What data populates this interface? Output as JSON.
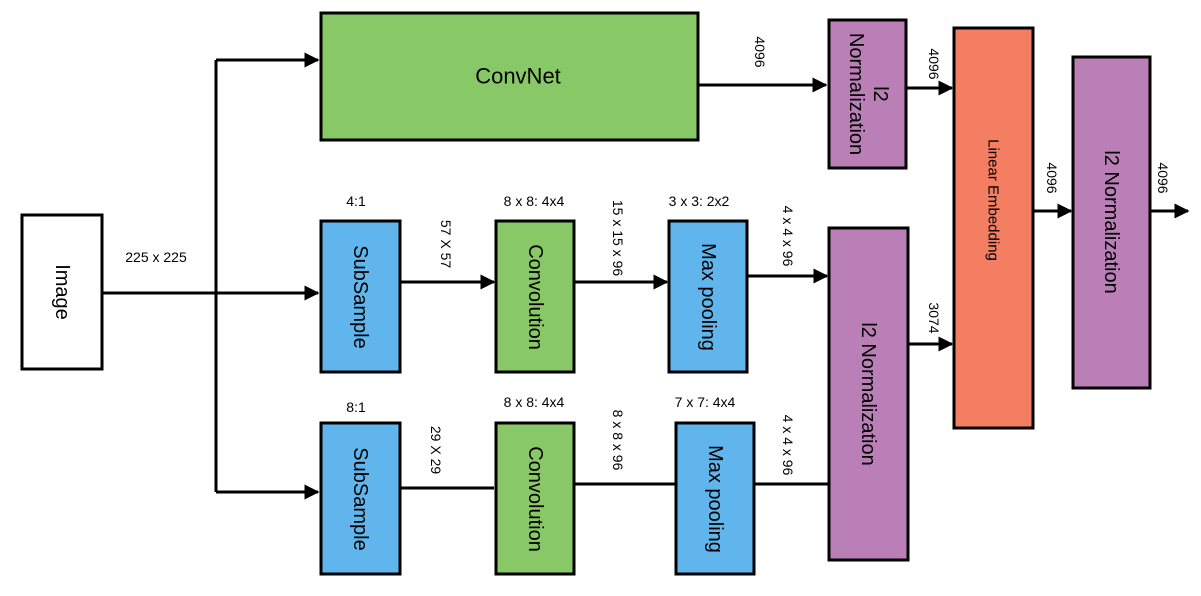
{
  "colors": {
    "green": "#88c866",
    "blue": "#5fb5ec",
    "purple": "#b97fb6",
    "orange": "#f37e62",
    "white": "#ffffff",
    "line": "#000000"
  },
  "blocks": {
    "image": "Image",
    "convnet": "ConvNet",
    "l2_top_line1": "l2",
    "l2_top_line2": "Normalization",
    "subsample_1": "SubSample",
    "convolution_1": "Convolution",
    "maxpool_1": "Max pooling",
    "subsample_2": "SubSample",
    "convolution_2": "Convolution",
    "maxpool_2": "Max pooling",
    "l2_mid": "l2 Normalization",
    "linear_embedding": "Linear Embedding",
    "l2_final": "l2 Normalization"
  },
  "labels": {
    "input_size": "225 x 225",
    "top_4096_convnet": "4096",
    "top_4096_l2": "4096",
    "ratio_1": "4:1",
    "size_57": "57 X 57",
    "conv1_params": "8 x 8: 4x4",
    "size_15": "15 x 15 x 96",
    "pool1_params": "3 x 3: 2x2",
    "size_4_a": "4 x 4 x 96",
    "size_3074": "3074",
    "ratio_2": "8:1",
    "size_29": "29 X 29",
    "conv2_params": "8 x 8: 4x4",
    "size_8": "8 x 8 x 96",
    "pool2_params": "7 x 7: 4x4",
    "size_4_b": "4 x 4 x 96",
    "embed_4096": "4096",
    "out_4096": "4096"
  }
}
